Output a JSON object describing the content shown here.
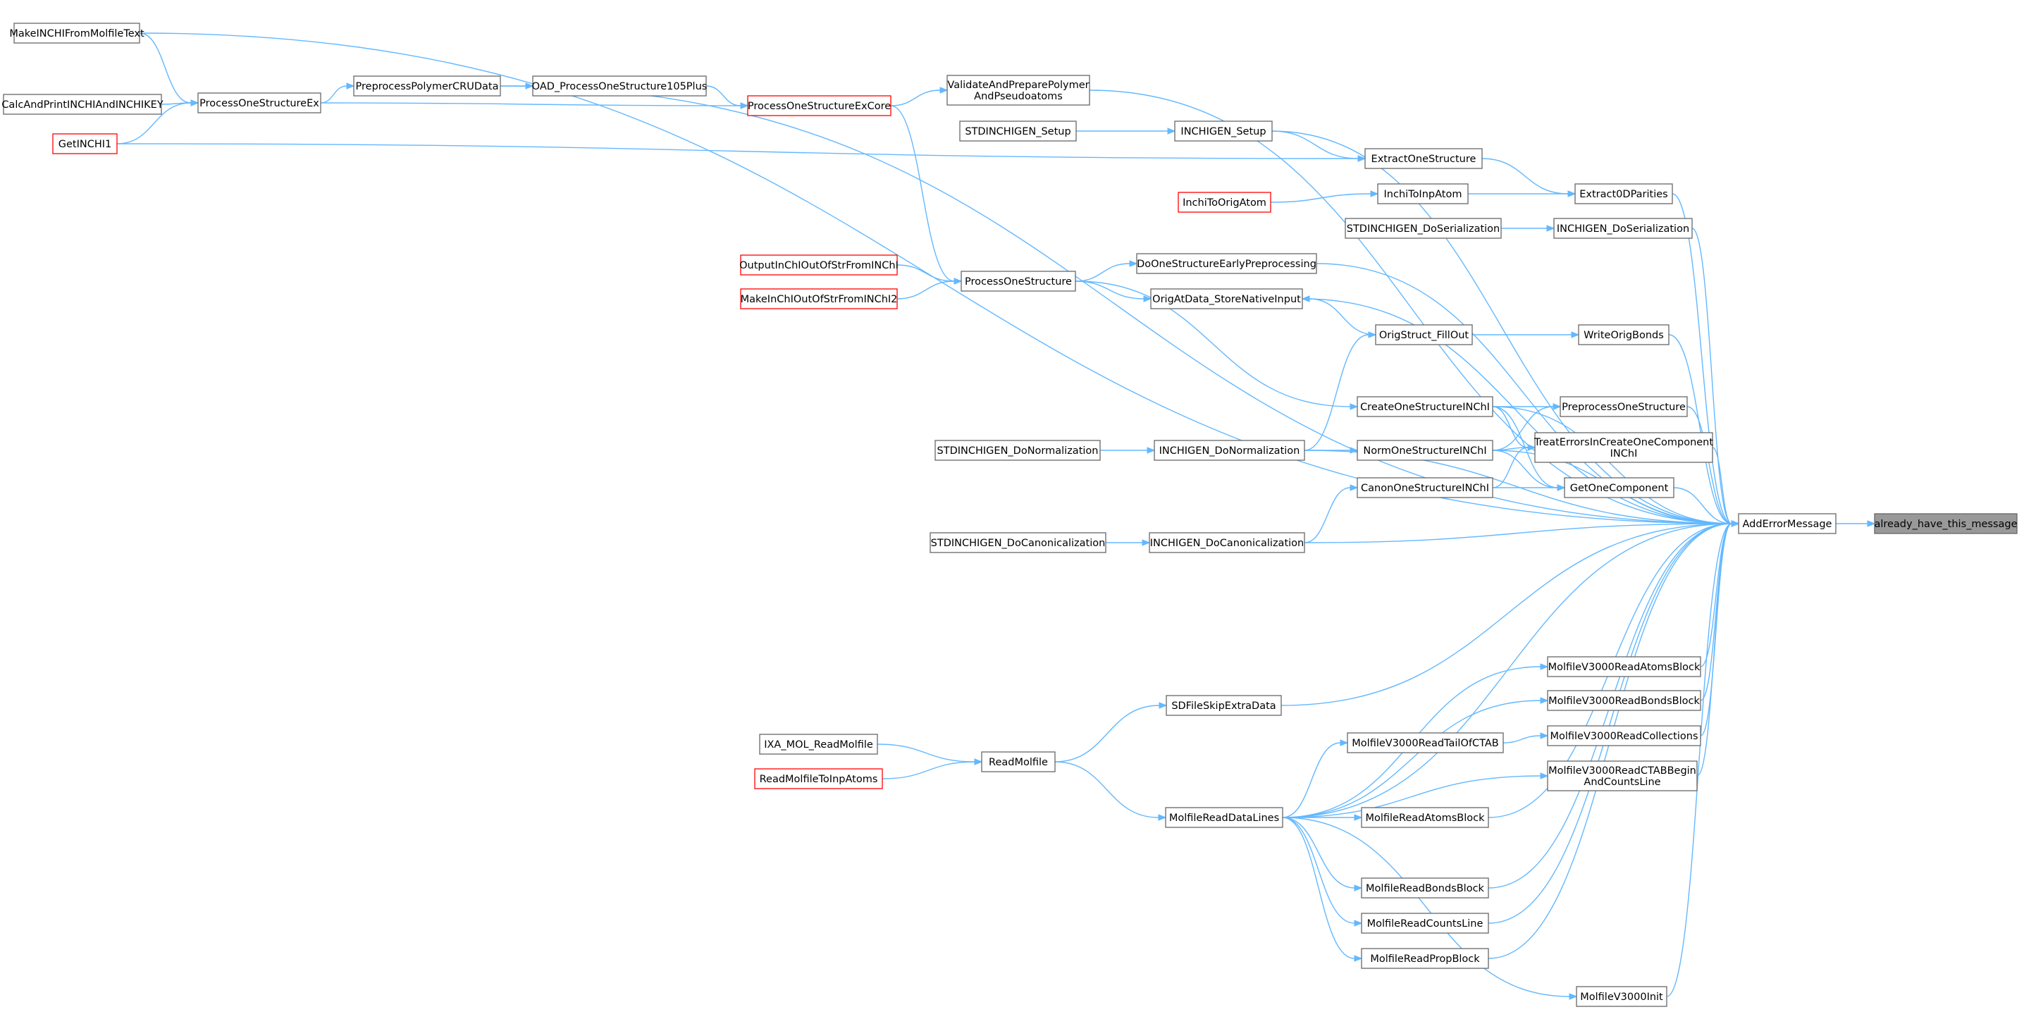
{
  "graph": {
    "target": "already_have_this_message",
    "nodes": [
      {
        "id": "already_have_this_message",
        "lines": [
          "already_have_this_message"
        ],
        "highlight": true
      },
      {
        "id": "AddErrorMessage",
        "lines": [
          "AddErrorMessage"
        ]
      },
      {
        "id": "MakeINCHIFromMolfileText",
        "lines": [
          "MakeINCHIFromMolfileText"
        ]
      },
      {
        "id": "CalcAndPrintINCHIAndINCHIKEY",
        "lines": [
          "CalcAndPrintINCHIAndINCHIKEY"
        ]
      },
      {
        "id": "GetINCHI1",
        "lines": [
          "GetINCHI1"
        ],
        "red": true
      },
      {
        "id": "ProcessOneStructureEx",
        "lines": [
          "ProcessOneStructureEx"
        ]
      },
      {
        "id": "PreprocessPolymerCRUData",
        "lines": [
          "PreprocessPolymerCRUData"
        ]
      },
      {
        "id": "OAD_ProcessOneStructure105Plus",
        "lines": [
          "OAD_ProcessOneStructure105Plus"
        ]
      },
      {
        "id": "ProcessOneStructureExCore",
        "lines": [
          "ProcessOneStructureExCore"
        ],
        "red": true
      },
      {
        "id": "ValidateAndPreparePolymerAndPseudoatoms",
        "lines": [
          "ValidateAndPreparePolymer",
          "AndPseudoatoms"
        ]
      },
      {
        "id": "STDINCHIGEN_Setup",
        "lines": [
          "STDINCHIGEN_Setup"
        ]
      },
      {
        "id": "INCHIGEN_Setup",
        "lines": [
          "INCHIGEN_Setup"
        ]
      },
      {
        "id": "ExtractOneStructure",
        "lines": [
          "ExtractOneStructure"
        ]
      },
      {
        "id": "InchiToOrigAtom",
        "lines": [
          "InchiToOrigAtom"
        ],
        "red": true
      },
      {
        "id": "InchiToInpAtom",
        "lines": [
          "InchiToInpAtom"
        ]
      },
      {
        "id": "Extract0DParities",
        "lines": [
          "Extract0DParities"
        ]
      },
      {
        "id": "STDINCHIGEN_DoSerialization",
        "lines": [
          "STDINCHIGEN_DoSerialization"
        ]
      },
      {
        "id": "INCHIGEN_DoSerialization",
        "lines": [
          "INCHIGEN_DoSerialization"
        ]
      },
      {
        "id": "OutputInChIOutOfStrFromINChI",
        "lines": [
          "OutputInChIOutOfStrFromINChI"
        ],
        "red": true
      },
      {
        "id": "MakeInChIOutOfStrFromINChI2",
        "lines": [
          "MakeInChIOutOfStrFromINChI2"
        ],
        "red": true
      },
      {
        "id": "ProcessOneStructure",
        "lines": [
          "ProcessOneStructure"
        ]
      },
      {
        "id": "DoOneStructureEarlyPreprocessing",
        "lines": [
          "DoOneStructureEarlyPreprocessing"
        ]
      },
      {
        "id": "OrigAtData_StoreNativeInput",
        "lines": [
          "OrigAtData_StoreNativeInput"
        ]
      },
      {
        "id": "OrigStruct_FillOut",
        "lines": [
          "OrigStruct_FillOut"
        ]
      },
      {
        "id": "WriteOrigBonds",
        "lines": [
          "WriteOrigBonds"
        ]
      },
      {
        "id": "CreateOneStructureINChI",
        "lines": [
          "CreateOneStructureINChI"
        ]
      },
      {
        "id": "PreprocessOneStructure",
        "lines": [
          "PreprocessOneStructure"
        ]
      },
      {
        "id": "TreatErrorsInCreateOneComponentINChI",
        "lines": [
          "TreatErrorsInCreateOneComponent",
          "INChI"
        ]
      },
      {
        "id": "STDINCHIGEN_DoNormalization",
        "lines": [
          "STDINCHIGEN_DoNormalization"
        ]
      },
      {
        "id": "INCHIGEN_DoNormalization",
        "lines": [
          "INCHIGEN_DoNormalization"
        ]
      },
      {
        "id": "NormOneStructureINChI",
        "lines": [
          "NormOneStructureINChI"
        ]
      },
      {
        "id": "CanonOneStructureINChI",
        "lines": [
          "CanonOneStructureINChI"
        ]
      },
      {
        "id": "GetOneComponent",
        "lines": [
          "GetOneComponent"
        ]
      },
      {
        "id": "STDINCHIGEN_DoCanonicalization",
        "lines": [
          "STDINCHIGEN_DoCanonicalization"
        ]
      },
      {
        "id": "INCHIGEN_DoCanonicalization",
        "lines": [
          "INCHIGEN_DoCanonicalization"
        ]
      },
      {
        "id": "MolfileV3000ReadAtomsBlock",
        "lines": [
          "MolfileV3000ReadAtomsBlock"
        ]
      },
      {
        "id": "MolfileV3000ReadBondsBlock",
        "lines": [
          "MolfileV3000ReadBondsBlock"
        ]
      },
      {
        "id": "SDFileSkipExtraData",
        "lines": [
          "SDFileSkipExtraData"
        ]
      },
      {
        "id": "MolfileV3000ReadTailOfCTAB",
        "lines": [
          "MolfileV3000ReadTailOfCTAB"
        ]
      },
      {
        "id": "MolfileV3000ReadCollections",
        "lines": [
          "MolfileV3000ReadCollections"
        ]
      },
      {
        "id": "IXA_MOL_ReadMolfile",
        "lines": [
          "IXA_MOL_ReadMolfile"
        ]
      },
      {
        "id": "ReadMolfile",
        "lines": [
          "ReadMolfile"
        ]
      },
      {
        "id": "ReadMolfileToInpAtoms",
        "lines": [
          "ReadMolfileToInpAtoms"
        ],
        "red": true
      },
      {
        "id": "MolfileV3000ReadCTABBeginAndCountsLine",
        "lines": [
          "MolfileV3000ReadCTABBegin",
          "AndCountsLine"
        ]
      },
      {
        "id": "MolfileReadDataLines",
        "lines": [
          "MolfileReadDataLines"
        ]
      },
      {
        "id": "MolfileReadAtomsBlock",
        "lines": [
          "MolfileReadAtomsBlock"
        ]
      },
      {
        "id": "MolfileReadBondsBlock",
        "lines": [
          "MolfileReadBondsBlock"
        ]
      },
      {
        "id": "MolfileReadCountsLine",
        "lines": [
          "MolfileReadCountsLine"
        ]
      },
      {
        "id": "MolfileReadPropBlock",
        "lines": [
          "MolfileReadPropBlock"
        ]
      },
      {
        "id": "MolfileV3000Init",
        "lines": [
          "MolfileV3000Init"
        ]
      }
    ],
    "edges": [
      [
        "AddErrorMessage",
        "already_have_this_message"
      ],
      [
        "MakeINCHIFromMolfileText",
        "AddErrorMessage"
      ],
      [
        "MakeINCHIFromMolfileText",
        "ProcessOneStructureEx"
      ],
      [
        "CalcAndPrintINCHIAndINCHIKEY",
        "ProcessOneStructureEx"
      ],
      [
        "GetINCHI1",
        "ProcessOneStructureEx"
      ],
      [
        "GetINCHI1",
        "ExtractOneStructure"
      ],
      [
        "ProcessOneStructureEx",
        "PreprocessPolymerCRUData"
      ],
      [
        "ProcessOneStructureEx",
        "ProcessOneStructureExCore"
      ],
      [
        "PreprocessPolymerCRUData",
        "AddErrorMessage"
      ],
      [
        "PreprocessPolymerCRUData",
        "OAD_ProcessOneStructure105Plus"
      ],
      [
        "OAD_ProcessOneStructure105Plus",
        "ProcessOneStructureExCore"
      ],
      [
        "ProcessOneStructureExCore",
        "ValidateAndPreparePolymerAndPseudoatoms"
      ],
      [
        "ProcessOneStructureExCore",
        "ProcessOneStructure"
      ],
      [
        "ValidateAndPreparePolymerAndPseudoatoms",
        "AddErrorMessage"
      ],
      [
        "STDINCHIGEN_Setup",
        "INCHIGEN_Setup"
      ],
      [
        "INCHIGEN_Setup",
        "AddErrorMessage"
      ],
      [
        "INCHIGEN_Setup",
        "ExtractOneStructure"
      ],
      [
        "ExtractOneStructure",
        "Extract0DParities"
      ],
      [
        "InchiToOrigAtom",
        "InchiToInpAtom"
      ],
      [
        "InchiToInpAtom",
        "Extract0DParities"
      ],
      [
        "Extract0DParities",
        "AddErrorMessage"
      ],
      [
        "STDINCHIGEN_DoSerialization",
        "INCHIGEN_DoSerialization"
      ],
      [
        "INCHIGEN_DoSerialization",
        "AddErrorMessage"
      ],
      [
        "OutputInChIOutOfStrFromINChI",
        "ProcessOneStructure"
      ],
      [
        "MakeInChIOutOfStrFromINChI2",
        "ProcessOneStructure"
      ],
      [
        "ProcessOneStructure",
        "DoOneStructureEarlyPreprocessing"
      ],
      [
        "ProcessOneStructure",
        "OrigAtData_StoreNativeInput"
      ],
      [
        "ProcessOneStructure",
        "CreateOneStructureINChI"
      ],
      [
        "DoOneStructureEarlyPreprocessing",
        "AddErrorMessage"
      ],
      [
        "OrigAtData_StoreNativeInput",
        "AddErrorMessage"
      ],
      [
        "OrigStruct_FillOut",
        "OrigAtData_StoreNativeInput"
      ],
      [
        "OrigStruct_FillOut",
        "WriteOrigBonds"
      ],
      [
        "WriteOrigBonds",
        "AddErrorMessage"
      ],
      [
        "CreateOneStructureINChI",
        "AddErrorMessage"
      ],
      [
        "CreateOneStructureINChI",
        "PreprocessOneStructure"
      ],
      [
        "CreateOneStructureINChI",
        "TreatErrorsInCreateOneComponentINChI"
      ],
      [
        "CreateOneStructureINChI",
        "GetOneComponent"
      ],
      [
        "PreprocessOneStructure",
        "AddErrorMessage"
      ],
      [
        "TreatErrorsInCreateOneComponentINChI",
        "AddErrorMessage"
      ],
      [
        "STDINCHIGEN_DoNormalization",
        "INCHIGEN_DoNormalization"
      ],
      [
        "INCHIGEN_DoNormalization",
        "AddErrorMessage"
      ],
      [
        "INCHIGEN_DoNormalization",
        "NormOneStructureINChI"
      ],
      [
        "INCHIGEN_DoNormalization",
        "OrigStruct_FillOut"
      ],
      [
        "NormOneStructureINChI",
        "AddErrorMessage"
      ],
      [
        "NormOneStructureINChI",
        "PreprocessOneStructure"
      ],
      [
        "NormOneStructureINChI",
        "TreatErrorsInCreateOneComponentINChI"
      ],
      [
        "NormOneStructureINChI",
        "GetOneComponent"
      ],
      [
        "CanonOneStructureINChI",
        "TreatErrorsInCreateOneComponentINChI"
      ],
      [
        "CanonOneStructureINChI",
        "GetOneComponent"
      ],
      [
        "GetOneComponent",
        "AddErrorMessage"
      ],
      [
        "STDINCHIGEN_DoCanonicalization",
        "INCHIGEN_DoCanonicalization"
      ],
      [
        "INCHIGEN_DoCanonicalization",
        "AddErrorMessage"
      ],
      [
        "INCHIGEN_DoCanonicalization",
        "CanonOneStructureINChI"
      ],
      [
        "MolfileV3000ReadAtomsBlock",
        "AddErrorMessage"
      ],
      [
        "MolfileV3000ReadBondsBlock",
        "AddErrorMessage"
      ],
      [
        "SDFileSkipExtraData",
        "AddErrorMessage"
      ],
      [
        "MolfileV3000ReadTailOfCTAB",
        "MolfileV3000ReadCollections"
      ],
      [
        "MolfileV3000ReadCollections",
        "AddErrorMessage"
      ],
      [
        "IXA_MOL_ReadMolfile",
        "ReadMolfile"
      ],
      [
        "ReadMolfileToInpAtoms",
        "ReadMolfile"
      ],
      [
        "ReadMolfile",
        "SDFileSkipExtraData"
      ],
      [
        "ReadMolfile",
        "MolfileReadDataLines"
      ],
      [
        "MolfileV3000ReadCTABBeginAndCountsLine",
        "AddErrorMessage"
      ],
      [
        "MolfileReadDataLines",
        "AddErrorMessage"
      ],
      [
        "MolfileReadDataLines",
        "MolfileV3000ReadAtomsBlock"
      ],
      [
        "MolfileReadDataLines",
        "MolfileV3000ReadBondsBlock"
      ],
      [
        "MolfileReadDataLines",
        "MolfileV3000ReadTailOfCTAB"
      ],
      [
        "MolfileReadDataLines",
        "MolfileV3000ReadCTABBeginAndCountsLine"
      ],
      [
        "MolfileReadDataLines",
        "MolfileReadAtomsBlock"
      ],
      [
        "MolfileReadDataLines",
        "MolfileReadBondsBlock"
      ],
      [
        "MolfileReadDataLines",
        "MolfileReadCountsLine"
      ],
      [
        "MolfileReadDataLines",
        "MolfileReadPropBlock"
      ],
      [
        "MolfileReadDataLines",
        "MolfileV3000Init"
      ],
      [
        "MolfileReadAtomsBlock",
        "AddErrorMessage"
      ],
      [
        "MolfileReadBondsBlock",
        "AddErrorMessage"
      ],
      [
        "MolfileReadCountsLine",
        "AddErrorMessage"
      ],
      [
        "MolfileReadPropBlock",
        "AddErrorMessage"
      ],
      [
        "MolfileV3000Init",
        "AddErrorMessage"
      ]
    ],
    "colors": {
      "edge": "#63b8ff",
      "node_border": "#666666",
      "red_border": "#ff0000",
      "highlight_fill": "#999999"
    }
  }
}
